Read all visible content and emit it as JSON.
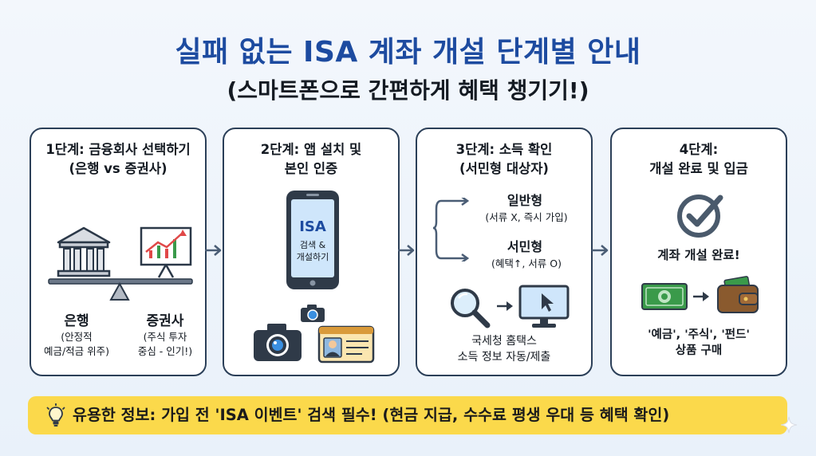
{
  "title": "실패 없는 ISA 계좌 개설 단계별 안내",
  "subtitle": "(스마트폰으로 간편하게 혜택 챙기기!)",
  "steps": [
    {
      "title_line1": "1단계: 금융회사 선택하기",
      "title_line2": "(은행 vs 증권사)",
      "bank_label": "은행",
      "bank_desc_line1": "(안정적",
      "bank_desc_line2": "예금/적금 위주)",
      "broker_label": "증권사",
      "broker_desc_line1": "(주식 투자",
      "broker_desc_line2": "중심 - 인기!)"
    },
    {
      "title_line1": "2단계: 앱 설치 및",
      "title_line2": "본인 인증",
      "phone_title": "ISA",
      "phone_line1": "검색 &",
      "phone_line2": "개설하기"
    },
    {
      "title_line1": "3단계: 소득 확인",
      "title_line2": "(서민형 대상자)",
      "general_label": "일반형",
      "general_desc": "(서류 X, 즉시 가입)",
      "low_income_label": "서민형",
      "low_income_desc": "(혜택↑, 서류 O)",
      "hometax_line1": "국세청 홈택스",
      "hometax_line2": "소득 정보 자동/제출"
    },
    {
      "title_line1": "4단계:",
      "title_line2": "개설 완료 및 입금",
      "complete_label": "계좌 개설 완료!",
      "products_line1": "'예금', '주식', '펀드'",
      "products_line2": "상품 구매"
    }
  ],
  "tip": {
    "text": "유용한 정보: 가입 전 'ISA 이벤트' 검색 필수! (현금 지급, 수수료 평생 우대 등 혜택 확인)"
  },
  "colors": {
    "title": "#1d4ba0",
    "card_border": "#2b3f58",
    "tip_background": "#fbd94b",
    "check": "#4a5a6c",
    "money": "#3a9a4a"
  }
}
